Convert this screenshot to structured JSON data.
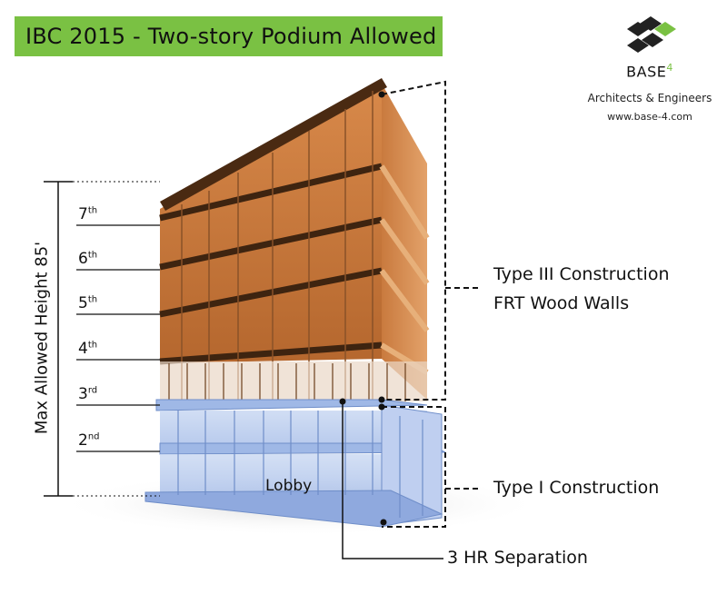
{
  "title": "IBC 2015 - Two-story Podium Allowed",
  "logo": {
    "name": "BASE",
    "name_sup": "4",
    "tagline": "Architects & Engineers",
    "url": "www.base-4.com"
  },
  "height_label": "Max Allowed Height 85'",
  "floors": [
    {
      "num": "7",
      "suffix": "th"
    },
    {
      "num": "6",
      "suffix": "th"
    },
    {
      "num": "5",
      "suffix": "th"
    },
    {
      "num": "4",
      "suffix": "th"
    },
    {
      "num": "3",
      "suffix": "rd"
    },
    {
      "num": "2",
      "suffix": "nd"
    }
  ],
  "lobby_label": "Lobby",
  "callouts": {
    "type3_line1": "Type III Construction",
    "type3_line2": "FRT Wood Walls",
    "type1": "Type I Construction",
    "separation": "3 HR Separation"
  },
  "colors": {
    "banner": "#7ac143",
    "wood": "#c8783a",
    "wood_dark": "#5a3418",
    "podium": "#9fb8e6",
    "podium_dark": "#6f8ec9"
  }
}
